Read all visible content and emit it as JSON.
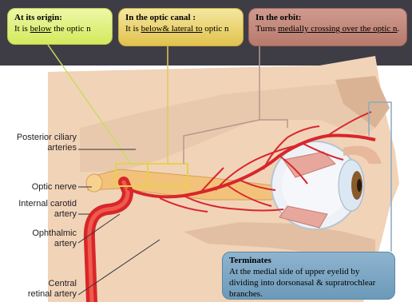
{
  "callouts": {
    "origin": {
      "title": "At its origin:",
      "pre": "It is ",
      "underline": "below",
      "post": " the optic n"
    },
    "canal": {
      "title": "In the optic canal :",
      "pre": "It is ",
      "underline": "below& lateral to",
      "post": " optic n"
    },
    "orbit": {
      "title": "In the orbit:",
      "pre": "Turns ",
      "underline": "medially crossing over the optic n",
      "post": "."
    },
    "terminates": {
      "title": "Terminates",
      "text": "At the medial side of upper eyelid by dividing into dorsonasal & supratrochlear branches."
    }
  },
  "labels": {
    "posterior_ciliary": [
      "Posterior ciliary",
      "arteries"
    ],
    "optic_nerve": "Optic nerve",
    "internal_carotid": [
      "Internal carotid",
      "artery"
    ],
    "ophthalmic": [
      "Ophthalmic",
      "artery"
    ],
    "central_retinal": [
      "Central",
      "retinal artery"
    ]
  },
  "colors": {
    "topbar": "#3e3d46",
    "origin_box": "#d4ea5c",
    "canal_box": "#e1c24d",
    "orbit_box": "#b77a6c",
    "terminates_box": "#6c9ab9",
    "artery": "#d8262a",
    "nerve": "#f3c27a",
    "bone": "#e9c9ad",
    "skin": "#f1d3b8"
  }
}
